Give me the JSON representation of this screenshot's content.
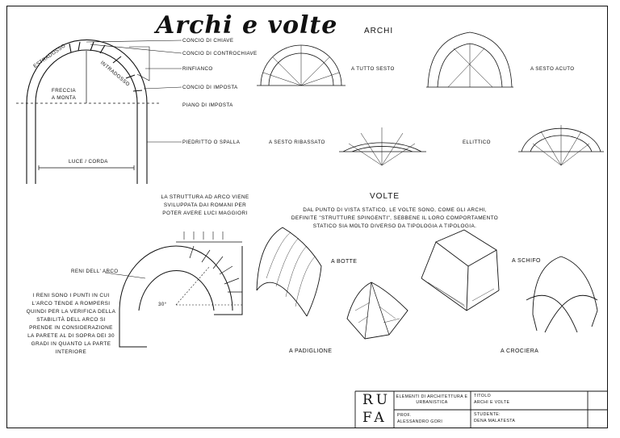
{
  "title": "Archi e volte",
  "sections": {
    "archi": "ARCHI",
    "volte": "VOLTE"
  },
  "arch_parts": {
    "estradosso": "ESTRADOSSO",
    "intradosso": "INTRADOSSO",
    "freccia": "FRECCIA A MONTA",
    "luce": "LUCE / CORDA",
    "chiave": "CONCIO DI CHIAVE",
    "controchiave": "CONCIO DI CONTROCHIAVE",
    "rinfianco": "RINFIANCO",
    "imposta": "CONCIO DI IMPOSTA",
    "piano": "PIANO DI IMPOSTA",
    "piedritto": "PIEDRITTO O SPALLA"
  },
  "arch_types": {
    "tutto_sesto": "A TUTTO SESTO",
    "acuto": "A SESTO ACUTO",
    "ribassato": "A SESTO RIBASSATO",
    "ellittico": "ELLITTICO"
  },
  "struttura_note": "LA STRUTTURA AD ARCO VIENE SVILUPPATA DAI ROMANI PER POTER AVERE LUCI MAGGIORI",
  "reni_label": "RENI DELL' ARCO",
  "angle_label": "30°",
  "reni_note": "I RENI SONO I PUNTI IN CUI L'ARCO TENDE A ROMPERSI QUINDI PER LA VERIFICA DELLA STABILITÀ DELL ARCO SI PRENDE IN CONSIDERAZIONE LA PARETE AL DI SOPRA DEI 30 GRADI IN QUANTO LA PARTE INTERIORE",
  "volte_note": "DAL PUNTO DI VISTA STATICO, LE VOLTE SONO, COME GLI ARCHI, DEFINITE \"STRUTTURE SPINGENTI\", SEBBENE IL LORO COMPORTAMENTO STATICO SIA MOLTO DIVERSO DA TIPOLOGIA A TIPOLOGIA.",
  "vault_types": {
    "botte": "A BOTTE",
    "schifo": "A SCHIFO",
    "padiglione": "A PADIGLIONE",
    "crociera": "A CROCIERA"
  },
  "titleblock": {
    "logo_top": "RU",
    "logo_bottom": "FA",
    "course": "ELEMENTI DI ARCHITETTURA E URBANISTICA",
    "prof_label": "PROF.",
    "prof_name": "ALESSANDRO GORI",
    "titolo_label": "TITOLO",
    "titolo_value": "ARCHI E VOLTE",
    "studente_label": "STUDENTE:",
    "studente_value": "DENA MALATESTA"
  }
}
